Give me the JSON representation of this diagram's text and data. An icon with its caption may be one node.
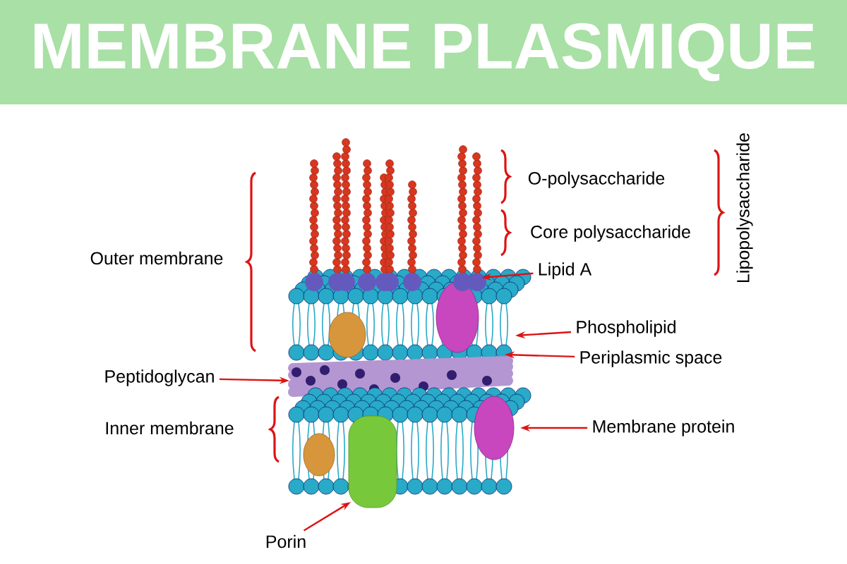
{
  "diagram": {
    "title": "MEMBRANE PLASMIQUE",
    "nodes": [
      {
        "text": [
          "Lipid A"
        ]
      },
      {
        "text": [
          "Phospholipid"
        ]
      },
      {
        "text": [
          "Periplasmic space"
        ]
      },
      {
        "text": [
          "Peptidoglycan"
        ]
      },
      {
        "text": [
          "Membrane protein"
        ]
      },
      {
        "text": [
          "Porin"
        ]
      }
    ],
    "edges": [
      {
        "from": 0,
        "to": null,
        "arrow": "to"
      },
      {
        "from": 1,
        "to": null,
        "arrow": "to"
      },
      {
        "from": 2,
        "to": null,
        "arrow": "to"
      },
      {
        "from": 3,
        "to": null,
        "arrow": "to"
      },
      {
        "from": 4,
        "to": null,
        "arrow": "to"
      },
      {
        "from": 5,
        "to": null,
        "arrow": "to"
      }
    ],
    "labels": [
      "Lipopolysaccharide",
      "O-polysaccharide",
      "Outer membrane",
      "Core polysaccharide",
      "Inner membrane"
    ]
  }
}
